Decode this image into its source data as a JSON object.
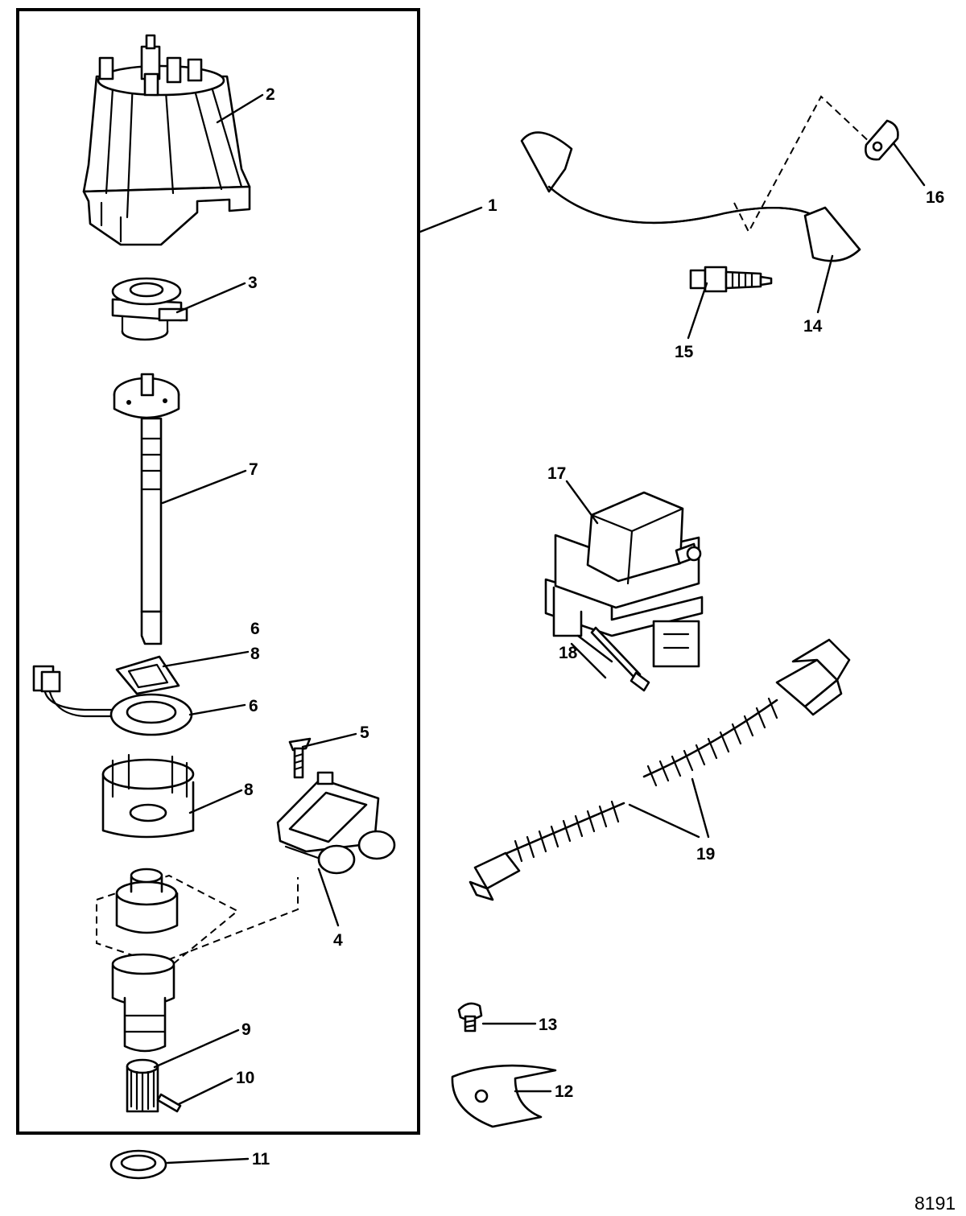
{
  "diagram_id": "8191",
  "callouts": [
    "1",
    "2",
    "3",
    "4",
    "5",
    "6",
    "6",
    "7",
    "8",
    "8",
    "9",
    "10",
    "11",
    "12",
    "13",
    "14",
    "15",
    "16",
    "17",
    "18",
    "19"
  ]
}
